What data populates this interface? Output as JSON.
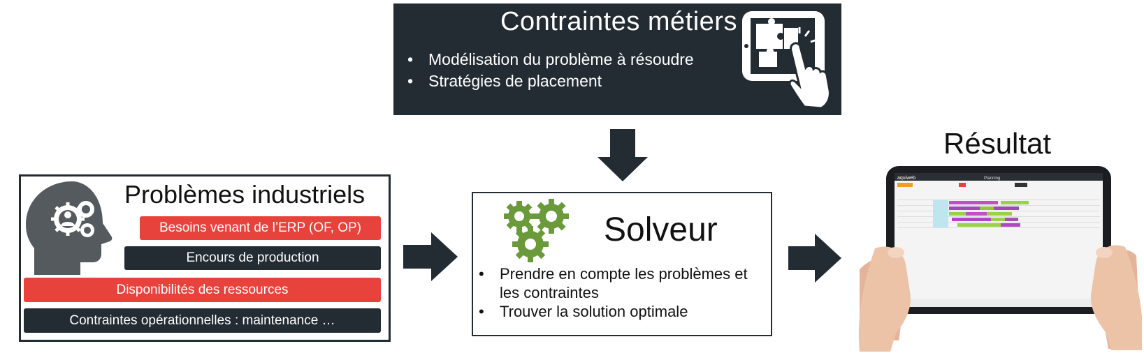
{
  "top_box": {
    "title": "Contraintes métiers",
    "bullets": [
      "Modélisation du problème à résoudre",
      "Stratégies de placement"
    ],
    "icon": "tablet-puzzle-touch-icon"
  },
  "left_box": {
    "title": "Problèmes industriels",
    "icon": "head-gears-icon",
    "items": [
      {
        "label": "Besoins venant de l’ERP (OF, OP)",
        "style": "red"
      },
      {
        "label": "Encours de production",
        "style": "dark"
      },
      {
        "label": "Disponibilités des ressources",
        "style": "red"
      },
      {
        "label": "Contraintes opérationnelles : maintenance …",
        "style": "dark"
      }
    ]
  },
  "solver_box": {
    "title": "Solveur",
    "icon": "green-gears-icon",
    "bullets": [
      "Prendre en compte les problèmes et les contraintes",
      "Trouver la solution optimale"
    ]
  },
  "result": {
    "title": "Résultat",
    "tablet_app": {
      "logo": "aquiweb",
      "header_title": "Planning"
    }
  },
  "colors": {
    "dark": "#232b33",
    "red": "#e8423c",
    "green": "#6a9a3a",
    "white": "#ffffff"
  },
  "bullet_char": "•"
}
